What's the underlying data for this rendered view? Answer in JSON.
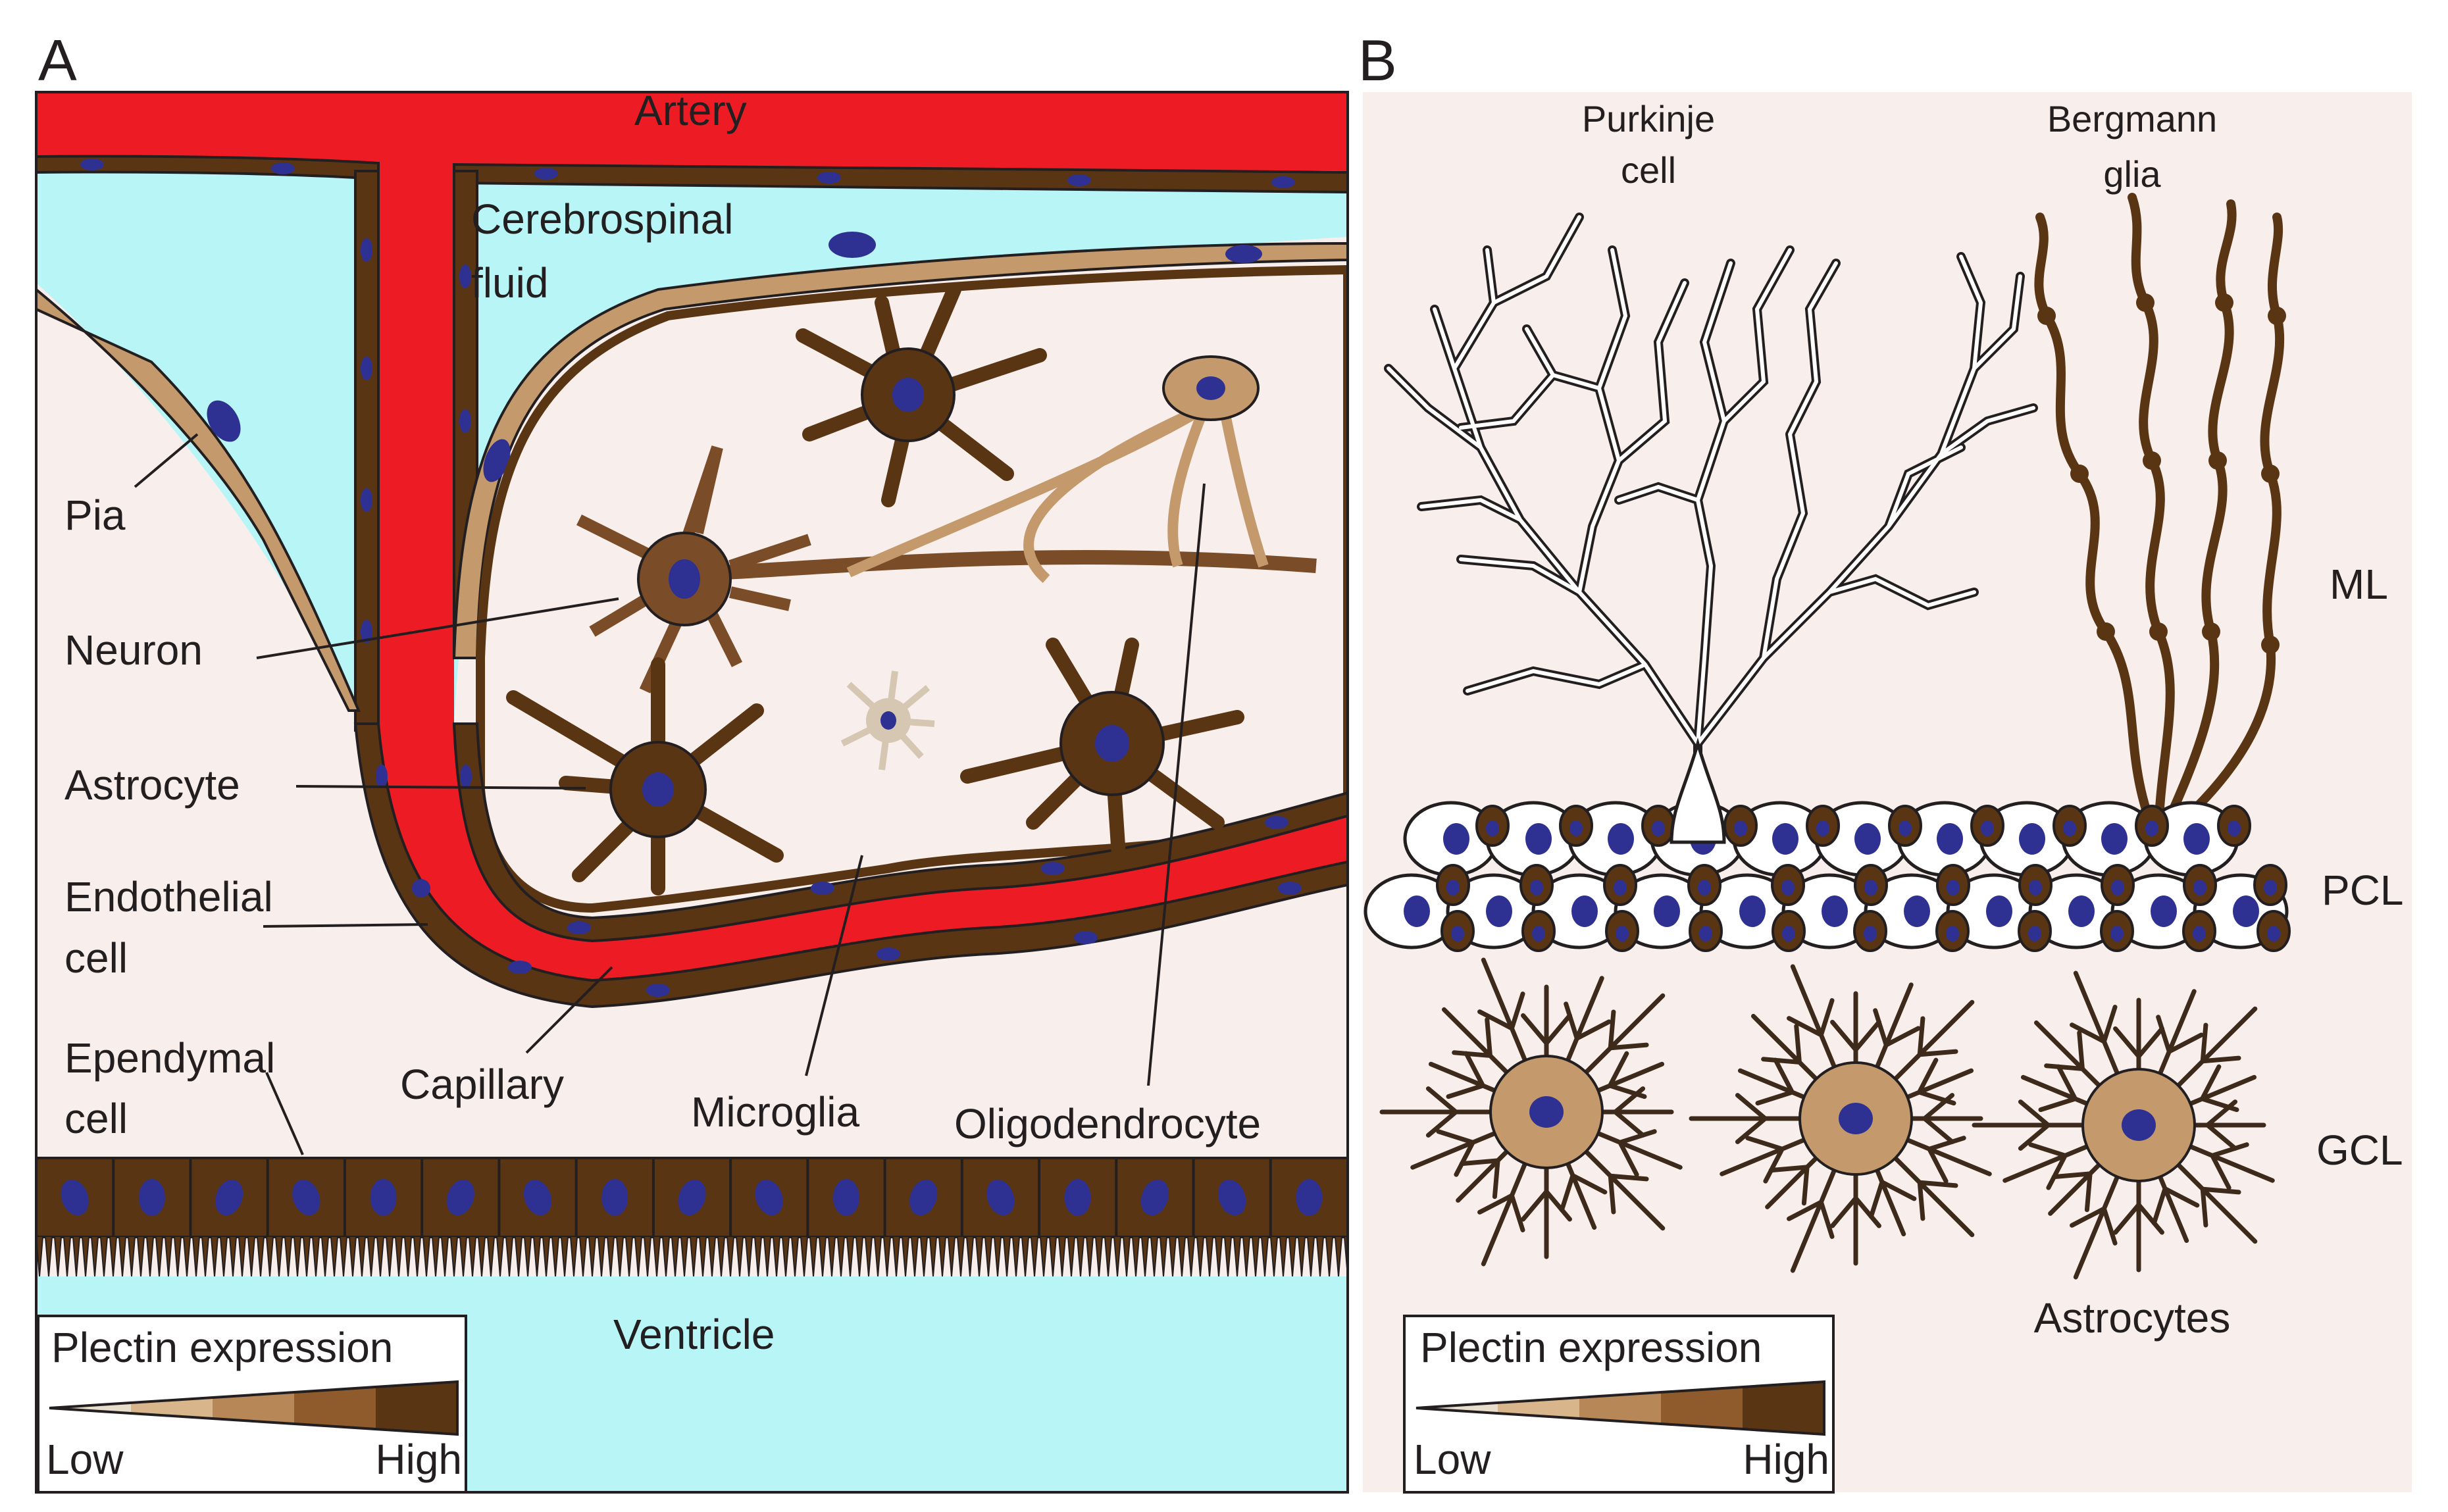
{
  "panel_a": {
    "letter": "A",
    "labels": {
      "artery": "Artery",
      "csf_line1": "Cerebrospinal",
      "csf_line2": "fluid",
      "pia": "Pia",
      "neuron": "Neuron",
      "astrocyte": "Astrocyte",
      "endothelial_line1": "Endothelial",
      "endothelial_line2": "cell",
      "ependymal_line1": "Ependymal",
      "ependymal_line2": "cell",
      "capillary": "Capillary",
      "microglia": "Microglia",
      "oligodendrocyte": "Oligodendrocyte",
      "ventricle": "Ventricle"
    },
    "legend": {
      "title": "Plectin expression",
      "low": "Low",
      "high": "High"
    }
  },
  "panel_b": {
    "letter": "B",
    "labels": {
      "purkinje_line1": "Purkinje",
      "purkinje_line2": "cell",
      "bergmann_line1": "Bergmann",
      "bergmann_line2": "glia",
      "ml": "ML",
      "pcl": "PCL",
      "gcl": "GCL",
      "astrocytes": "Astrocytes"
    },
    "legend": {
      "title": "Plectin expression",
      "low": "Low",
      "high": "High"
    }
  },
  "colors": {
    "artery_red": "#ed1c24",
    "csf_cyan": "#b8f5f7",
    "tissue_bg": "#f8efed",
    "high_brown": "#5a3514",
    "mid_brown": "#7a4d28",
    "tan": "#c49a6c",
    "light_tan": "#d6c7b2",
    "nucleus_blue": "#2e3192",
    "outline": "#231f20"
  },
  "legend_scale": [
    "#e8dccb",
    "#d8b58a",
    "#b88757",
    "#8f5a2c",
    "#5a3514"
  ]
}
